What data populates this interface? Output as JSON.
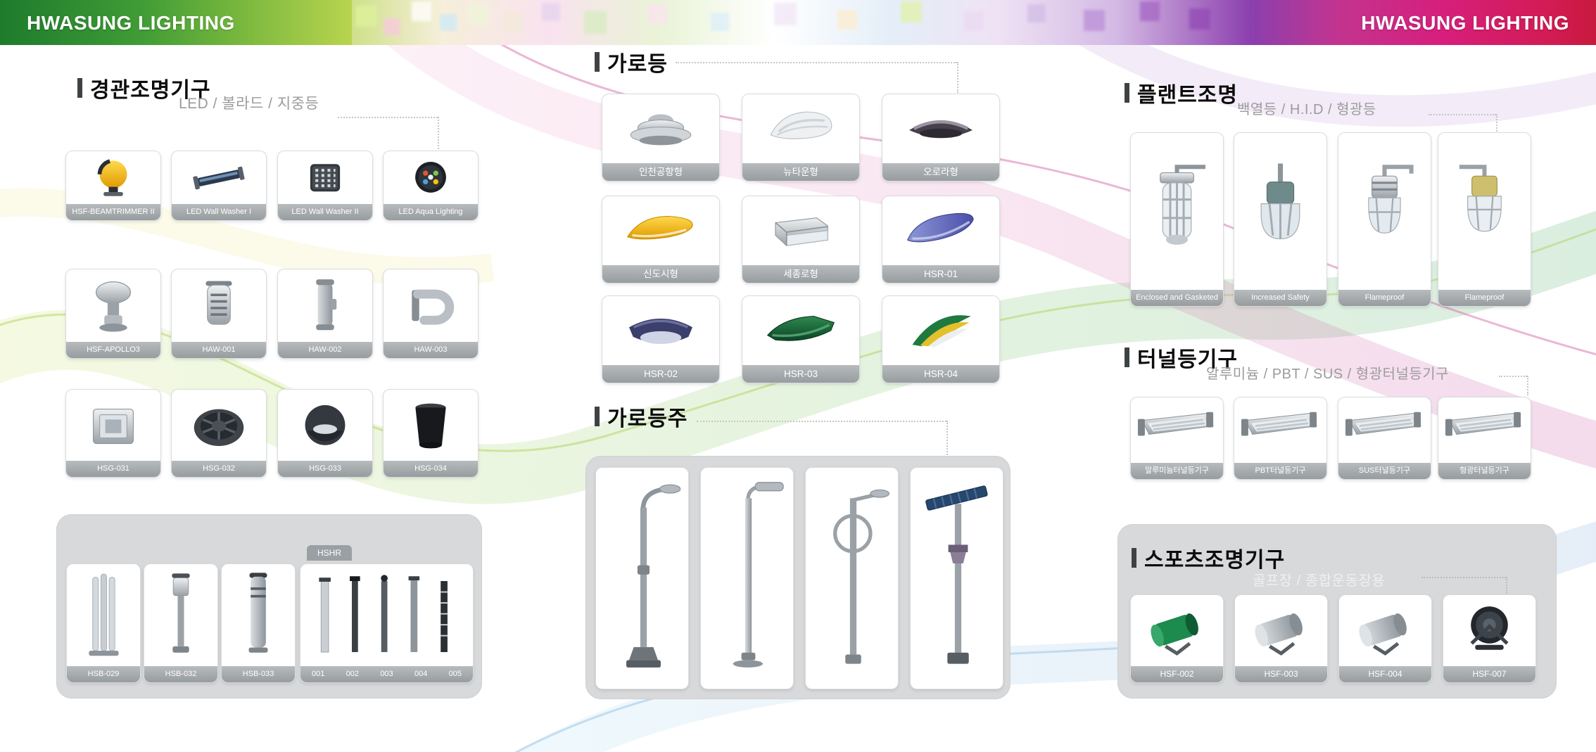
{
  "brand": "HWASUNG LIGHTING",
  "colors": {
    "header_green": "#2f8f34",
    "header_magenta": "#cc1f7f",
    "label_gray": "#9fa4a8",
    "panel_gray": "#d8d9da"
  },
  "landscape": {
    "title": "경관조명기구",
    "subtitle": "LED / 볼라드 / 지중등",
    "row1": [
      "HSF-BEAMTRIMMER II",
      "LED Wall Washer I",
      "LED Wall Washer II",
      "LED Aqua Lighting"
    ],
    "row2": [
      "HSF-APOLLO3",
      "HAW-001",
      "HAW-002",
      "HAW-003"
    ],
    "row3": [
      "HSG-031",
      "HSG-032",
      "HSG-033",
      "HSG-034"
    ],
    "panel_items": [
      "HSB-029",
      "HSB-032",
      "HSB-033"
    ],
    "hshr_label": "HSHR",
    "hshr_items": [
      "001",
      "002",
      "003",
      "004",
      "005"
    ]
  },
  "street": {
    "title": "가로등",
    "row1": [
      "인천공항형",
      "뉴타운형",
      "오로라형"
    ],
    "row2": [
      "신도시형",
      "세종로형",
      "HSR-01"
    ],
    "row3": [
      "HSR-02",
      "HSR-03",
      "HSR-04"
    ]
  },
  "pole": {
    "title": "가로등주"
  },
  "plant": {
    "title": "플랜트조명",
    "subtitle": "백열등 / H.I.D / 형광등",
    "items": [
      "Enclosed and Gasketed",
      "Increased Safety",
      "Flameproof",
      "Flameproof"
    ]
  },
  "tunnel": {
    "title": "터널등기구",
    "subtitle": "알루미늄 / PBT / SUS / 형광터널등기구",
    "items": [
      "알루미늄터널등기구",
      "PBT터널등기구",
      "SUS터널등기구",
      "형광터널등기구"
    ]
  },
  "sports": {
    "title": "스포츠조명기구",
    "subtitle": "골프장 / 종합운동장용",
    "items": [
      "HSF-002",
      "HSF-003",
      "HSF-004",
      "HSF-007"
    ]
  }
}
